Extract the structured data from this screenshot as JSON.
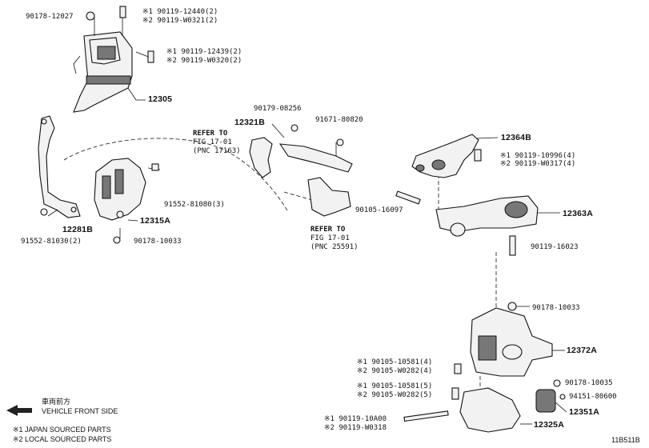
{
  "diagram": {
    "id_code": "11B511B",
    "parts": {
      "p12305": "12305",
      "p12281B": "12281B",
      "p12315A": "12315A",
      "p12321B": "12321B",
      "p12364B": "12364B",
      "p12363A": "12363A",
      "p12372A": "12372A",
      "p12351A": "12351A",
      "p12325A": "12325A"
    },
    "fasteners": {
      "f90178_12027": "90178-12027",
      "f12440": "※1 90119-12440(2)",
      "fW0321": "※2 90119-W0321(2)",
      "f12439": "※1 90119-12439(2)",
      "fW0320": "※2 90119-W0320(2)",
      "f90179_08256": "90179-08256",
      "f91671_80820": "91671-80820",
      "f91552_81080": "91552-81080(3)",
      "f91552_81030": "91552-81030(2)",
      "f90178_10033a": "90178-10033",
      "f10996": "※1 90119-10996(4)",
      "fW0317": "※2 90119-W0317(4)",
      "f90105_16097": "90105-16097",
      "f90119_16023": "90119-16023",
      "f90178_10033b": "90178-10033",
      "f10581_4": "※1 90105-10581(4)",
      "fW0282_4": "※2 90105-W0282(4)",
      "f10581_5": "※1 90105-10581(5)",
      "fW0282_5": "※2 90105-W0282(5)",
      "f90178_10035": "90178-10035",
      "f94151_80600": "94151-80600",
      "f10A00": "※1 90119-10A00",
      "fW0318": "※2 90119-W0318"
    },
    "refs": {
      "ref1_line1": "REFER TO",
      "ref1_line2": "FIG 17-01",
      "ref1_line3": "(PNC 17163)",
      "ref2_line1": "REFER TO",
      "ref2_line2": "FIG 17-01",
      "ref2_line3": "(PNC 25591)"
    },
    "legend": {
      "front_jp": "車両前方",
      "front_en": "VEHICLE FRONT SIDE",
      "note1": "※1 JAPAN SOURCED PARTS",
      "note2": "※2 LOCAL SOURCED PARTS"
    }
  }
}
